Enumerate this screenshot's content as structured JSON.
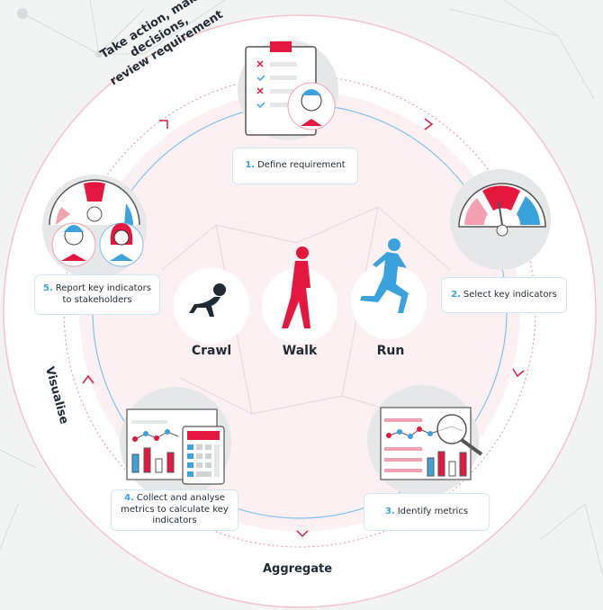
{
  "colors": {
    "red": "#e5173f",
    "blue": "#3aa3dd",
    "pink": "#fdeef0",
    "gray": "#e6e7e8",
    "dark": "#1f2a33"
  },
  "outer_text": {
    "take_action_line1": "Take action, make decisions,",
    "take_action_line2": "review requirement",
    "visualise": "Visualise",
    "aggregate": "Aggregate"
  },
  "steps": [
    {
      "num": "1.",
      "label": "Define requirement",
      "icon": "clipboard-icon"
    },
    {
      "num": "2.",
      "label": "Select key indicators",
      "icon": "gauge-icon"
    },
    {
      "num": "3.",
      "label": "Identify metrics",
      "icon": "dashboard-magnifier-icon"
    },
    {
      "num": "4.",
      "label": "Collect and analyse metrics to calculate key indicators",
      "icon": "calculator-dashboard-icon"
    },
    {
      "num": "5.",
      "label": "Report key indicators to stakeholders",
      "icon": "stakeholders-icon"
    }
  ],
  "stages": [
    {
      "label": "Crawl",
      "icon": "crawling-baby-icon"
    },
    {
      "label": "Walk",
      "icon": "walking-person-icon"
    },
    {
      "label": "Run",
      "icon": "running-person-icon"
    }
  ]
}
